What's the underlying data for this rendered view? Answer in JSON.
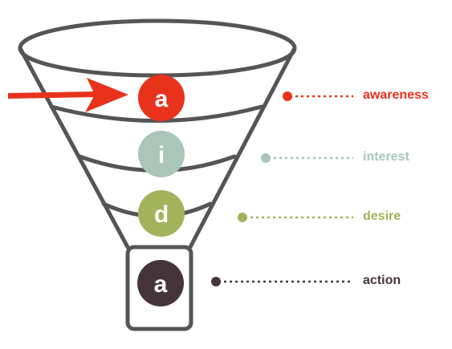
{
  "colors": {
    "outline": "#555555",
    "arrow": "#e8321c"
  },
  "stages": [
    {
      "letter": "a",
      "label": "awareness",
      "color": "#e8321c"
    },
    {
      "letter": "i",
      "label": "interest",
      "color": "#a9c6b8"
    },
    {
      "letter": "d",
      "label": "desire",
      "color": "#a3b35c"
    },
    {
      "letter": "a",
      "label": "action",
      "color": "#453539"
    }
  ]
}
